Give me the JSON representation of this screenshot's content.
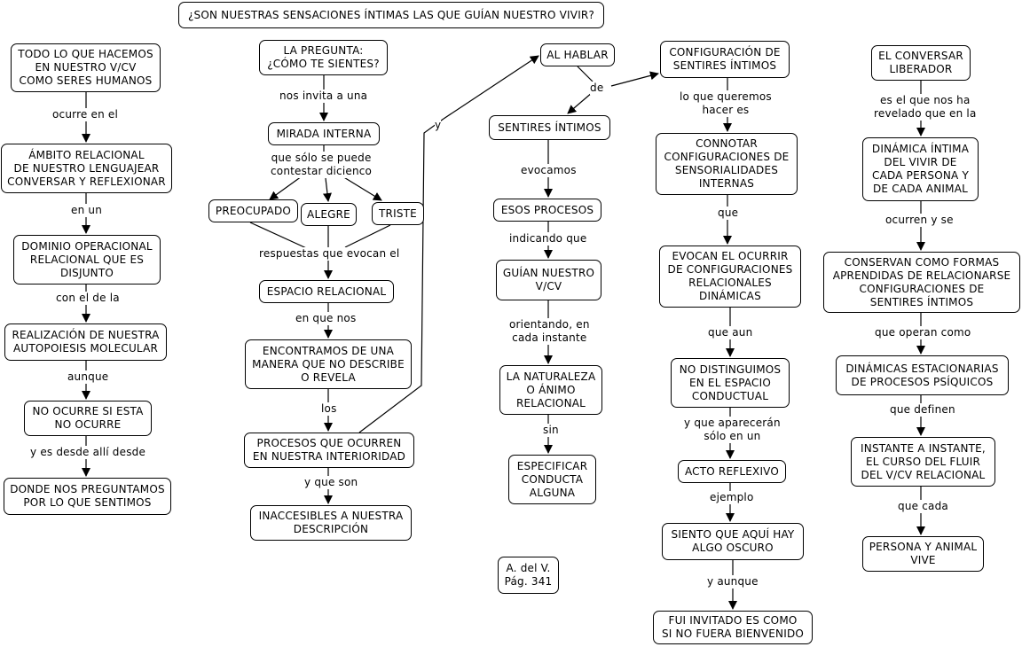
{
  "title": "¿SON NUESTRAS SENSACIONES ÍNTIMAS LAS QUE GUÍAN NUESTRO VIVIR?",
  "nodes": {
    "todo": "TODO LO QUE HACEMOS\nEN NUESTRO V/CV\nCOMO SERES HUMANOS",
    "ambito": "ÁMBITO RELACIONAL\nDE NUESTRO LENGUAJEAR\nCONVERSAR Y REFLEXIONAR",
    "dominio": "DOMINIO OPERACIONAL\nRELACIONAL QUE ES\nDISJUNTO",
    "realizacion": "REALIZACIÓN DE NUESTRA\nAUTOPOIESIS MOLECULAR",
    "no_ocurre": "NO OCURRE SI ESTA\nNO OCURRE",
    "donde": "DONDE NOS PREGUNTAMOS\nPOR LO QUE SENTIMOS",
    "pregunta": "LA PREGUNTA:\n¿CÓMO TE SIENTES?",
    "mirada": "MIRADA INTERNA",
    "preocupado": "PREOCUPADO",
    "alegre": "ALEGRE",
    "triste": "TRISTE",
    "espacio": "ESPACIO RELACIONAL",
    "encontramos": "ENCONTRAMOS DE UNA\nMANERA QUE NO DESCRIBE\nO REVELA",
    "procesos": "PROCESOS QUE OCURREN\nEN NUESTRA INTERIORIDAD",
    "inaccesibles": "INACCESIBLES A NUESTRA\nDESCRIPCIÓN",
    "al_hablar": "AL HABLAR",
    "sentires": "SENTIRES ÍNTIMOS",
    "esos": "ESOS PROCESOS",
    "guian": "GUÍAN NUESTRO\nV/CV",
    "naturaleza": "LA NATURALEZA\nO ÁNIMO\nRELACIONAL",
    "especificar": "ESPECIFICAR\nCONDUCTA\nALGUNA",
    "autor": "A. del V.\nPág. 341",
    "configuracion": "CONFIGURACIÓN DE\nSENTIRES ÍNTIMOS",
    "connotar": "CONNOTAR\nCONFIGURACIONES DE\nSENSORIALIDADES\nINTERNAS",
    "evocan": "EVOCAN EL OCURRIR\nDE CONFIGURACIONES\nRELACIONALES\nDINÁMICAS",
    "no_distinguimos": "NO DISTINGUIMOS\nEN EL ESPACIO\nCONDUCTUAL",
    "acto": "ACTO REFLEXIVO",
    "siento": "SIENTO QUE AQUÍ HAY\nALGO OSCURO",
    "fui": "FUI INVITADO ES COMO\nSI NO FUERA BIENVENIDO",
    "conversar": "EL CONVERSAR\nLIBERADOR",
    "dinamica": "DINÁMICA ÍNTIMA\nDEL VIVIR DE\nCADA PERSONA Y\nDE CADA ANIMAL",
    "conservan": "CONSERVAN COMO FORMAS\nAPRENDIDAS DE RELACIONARSE\nCONFIGURACIONES DE\nSENTIRES ÍNTIMOS",
    "estacionarias": "DINÁMICAS ESTACIONARIAS\nDE PROCESOS PSÍQUICOS",
    "instante": "INSTANTE A INSTANTE,\nEL CURSO DEL FLUIR\nDEL V/CV RELACIONAL",
    "persona": "PERSONA Y ANIMAL\nVIVE"
  },
  "labels": {
    "ocurre_en_el": "ocurre en el",
    "en_un": "en un",
    "con_el_de_la": "con el de la",
    "aunque": "aunque",
    "y_es_desde": "y es desde allí  desde",
    "nos_invita": "nos invita a una",
    "que_solo": "que sólo se puede\ncontestar dicienco",
    "respuestas": "respuestas que evocan el",
    "en_que_nos": "en que nos",
    "los": "los",
    "y_que_son": "y que son",
    "y": "y",
    "de": "de",
    "evocamos": "evocamos",
    "indicando": "indicando que",
    "orientando": "orientando, en\ncada instante",
    "sin": "sin",
    "lo_que": "lo que queremos\nhacer es",
    "que": "que",
    "que_aun": "que aun",
    "y_que_apareceran": "y que aparecerán\nsólo en un",
    "ejemplo": "ejemplo",
    "y_aunque": "y aunque",
    "es_el_que": "es el que nos ha\nrevelado que en la",
    "ocurren_y_se": "ocurren y se",
    "que_operan": "que operan como",
    "que_definen": "que definen",
    "que_cada": "que cada"
  }
}
